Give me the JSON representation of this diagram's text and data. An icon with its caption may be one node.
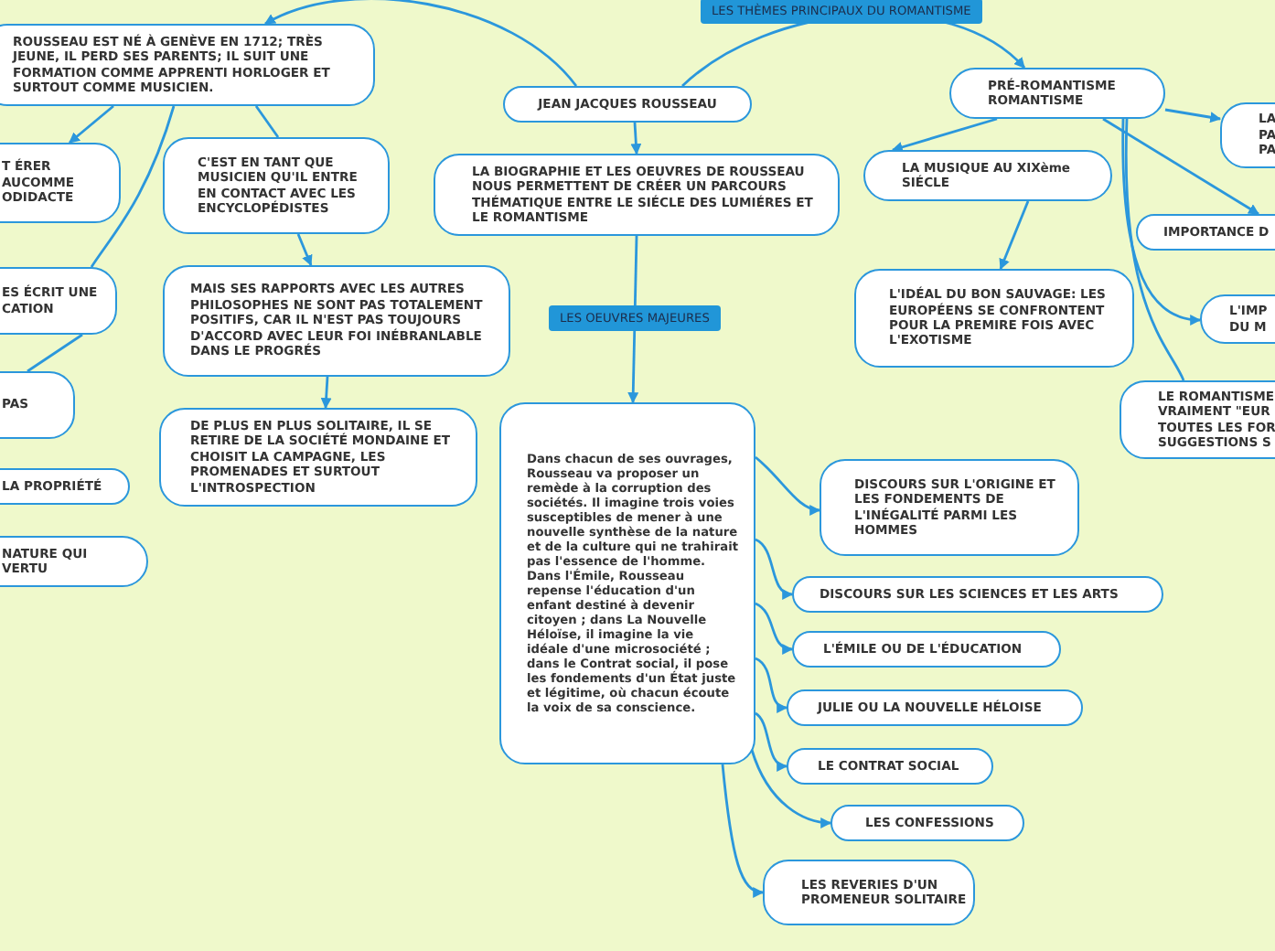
{
  "diagram": {
    "nodes": [
      {
        "text": [
          "ROUSSEAU EST NÉ À GENÈVE EN 1712; TRÈS JEUNE, IL PERD SES PARENTS; IL SUIT UNE FORMATION COMME APPRENTI HORLOGER ET SURTOUT COMME MUSICIEN."
        ]
      },
      {
        "text": [
          "T ÉRER AUCOMME ODIDACTE"
        ]
      },
      {
        "text": [
          "C'EST EN TANT QUE MUSICIEN QU'IL ENTRE EN CONTACT AVEC LES ENCYCLOPÉDISTES"
        ]
      },
      {
        "text": [
          "ES ÉCRIT UNE CATION"
        ]
      },
      {
        "text": [
          "MAIS SES RAPPORTS AVEC LES AUTRES PHILOSOPHES NE SONT PAS TOTALEMENT POSITIFS, CAR IL N'EST PAS TOUJOURS D'ACCORD AVEC LEUR FOI INÉBRANLABLE DANS LE PROGRÉS"
        ]
      },
      {
        "text": [
          "PAS"
        ]
      },
      {
        "text": [
          "DE PLUS EN PLUS SOLITAIRE, IL SE RETIRE DE LA SOCIÉTÉ MONDAINE ET CHOISIT LA CAMPAGNE, LES PROMENADES ET SURTOUT L'INTROSPECTION"
        ]
      },
      {
        "text": [
          "LA PROPRIÉTÉ"
        ]
      },
      {
        "text": [
          "NATURE QUI VERTU"
        ]
      },
      {
        "text": [
          "JEAN JACQUES ROUSSEAU"
        ]
      },
      {
        "text": [
          "LA BIOGRAPHIE ET LES OEUVRES DE ROUSSEAU NOUS PERMETTENT DE CRÉER UN PARCOURS THÉMATIQUE ENTRE LE SIÉCLE DES LUMIÉRES ET LE ROMANTISME"
        ]
      },
      {
        "text": [
          "Dans chacun de ses ouvrages, Rousseau va proposer un remède à la corruption des sociétés. Il imagine trois voies susceptibles de mener à une nouvelle synthèse de la nature et de la culture qui ne trahirait pas l'essence de l'homme. Dans l'Émile, Rousseau repense l'éducation d'un enfant destiné à devenir citoyen ; dans La Nouvelle Héloïse, il imagine la vie idéale d'une microsociété ; dans le Contrat social, il pose les fondements d'un État juste et légitime, où chacun écoute la voix de sa conscience."
        ]
      },
      {
        "text": [
          "PRÉ-ROMANTISME ROMANTISME"
        ]
      },
      {
        "text": [
          "LA PA PA"
        ]
      },
      {
        "text": [
          "LA MUSIQUE AU XIXème SIÉCLE"
        ]
      },
      {
        "text": [
          "L'IDÉAL DU BON SAUVAGE: LES EUROPÉENS SE CONFRONTENT POUR LA PREMIRE FOIS AVEC L'EXOTISME"
        ]
      },
      {
        "text": [
          "IMPORTANCE D"
        ]
      },
      {
        "text": [
          "L'IMP DU M"
        ]
      },
      {
        "text": [
          "LE ROMANTISME VRAIMENT \"EUR TOUTES LES FOR SUGGESTIONS S"
        ]
      },
      {
        "text": [
          "DISCOURS SUR L'ORIGINE ET LES FONDEMENTS DE L'INÉGALITÉ PARMI LES HOMMES"
        ]
      },
      {
        "text": [
          "DISCOURS SUR LES SCIENCES ET LES ARTS"
        ]
      },
      {
        "text": [
          "L'ÉMILE OU DE L'ÉDUCATION"
        ]
      },
      {
        "text": [
          "JULIE OU LA NOUVELLE HÉLOISE"
        ]
      },
      {
        "text": [
          "LE CONTRAT SOCIAL"
        ]
      },
      {
        "text": [
          "LES CONFESSIONS"
        ]
      },
      {
        "text": [
          "LES REVERIES D'UN PROMENEUR SOLITAIRE"
        ]
      }
    ],
    "edges": [
      {
        "from": 9,
        "to": 10,
        "arrow": "to"
      },
      {
        "from": 9,
        "to": 0,
        "arrow": "to"
      },
      {
        "from": 9,
        "to": 12,
        "arrow": "to",
        "label": "LES THÈMES PRINCIPAUX DU ROMANTISME"
      },
      {
        "from": 10,
        "to": 11,
        "arrow": "to",
        "label": "LES OEUVRES MAJEURES"
      },
      {
        "from": 0,
        "to": 1,
        "arrow": "to"
      },
      {
        "from": 0,
        "to": 3,
        "arrow": "none"
      },
      {
        "from": 3,
        "to": 5,
        "arrow": "none"
      },
      {
        "from": 0,
        "to": 2,
        "arrow": "none"
      },
      {
        "from": 2,
        "to": 4,
        "arrow": "to"
      },
      {
        "from": 4,
        "to": 6,
        "arrow": "to"
      },
      {
        "from": 12,
        "to": 14,
        "arrow": "to"
      },
      {
        "from": 12,
        "to": 13,
        "arrow": "to"
      },
      {
        "from": 12,
        "to": 16,
        "arrow": "to"
      },
      {
        "from": 12,
        "to": 17,
        "arrow": "to"
      },
      {
        "from": 12,
        "to": 18,
        "arrow": "none"
      },
      {
        "from": 14,
        "to": 15,
        "arrow": "to"
      },
      {
        "from": 11,
        "to": 19,
        "arrow": "to"
      },
      {
        "from": 11,
        "to": 20,
        "arrow": "to"
      },
      {
        "from": 11,
        "to": 21,
        "arrow": "to"
      },
      {
        "from": 11,
        "to": 22,
        "arrow": "to"
      },
      {
        "from": 11,
        "to": 23,
        "arrow": "to"
      },
      {
        "from": 11,
        "to": 24,
        "arrow": "to"
      },
      {
        "from": 11,
        "to": 25,
        "arrow": "to"
      }
    ]
  }
}
